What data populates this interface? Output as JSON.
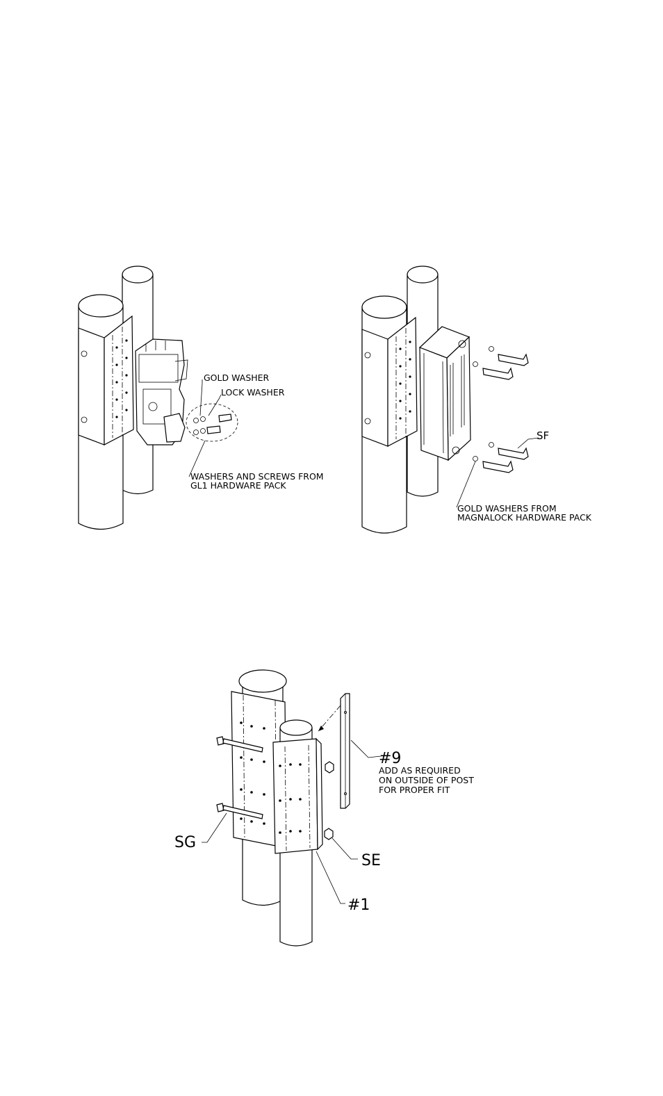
{
  "callouts": {
    "fig1": {
      "gold_washer": "GOLD WASHER",
      "lock_washer": "LOCK WASHER",
      "washers_line1": "WASHERS AND SCREWS FROM",
      "washers_line2": "GL1 HARDWARE PACK"
    },
    "fig2": {
      "sf": "SF",
      "gold_line1": "GOLD WASHERS FROM",
      "gold_line2": "MAGNALOCK HARDWARE PACK"
    },
    "fig3": {
      "part9": "#9",
      "note_line1": "ADD AS REQUIRED",
      "note_line2": "ON OUTSIDE OF POST",
      "note_line3": "FOR PROPER FIT",
      "sg": "SG",
      "se": "SE",
      "part1": "#1"
    }
  }
}
